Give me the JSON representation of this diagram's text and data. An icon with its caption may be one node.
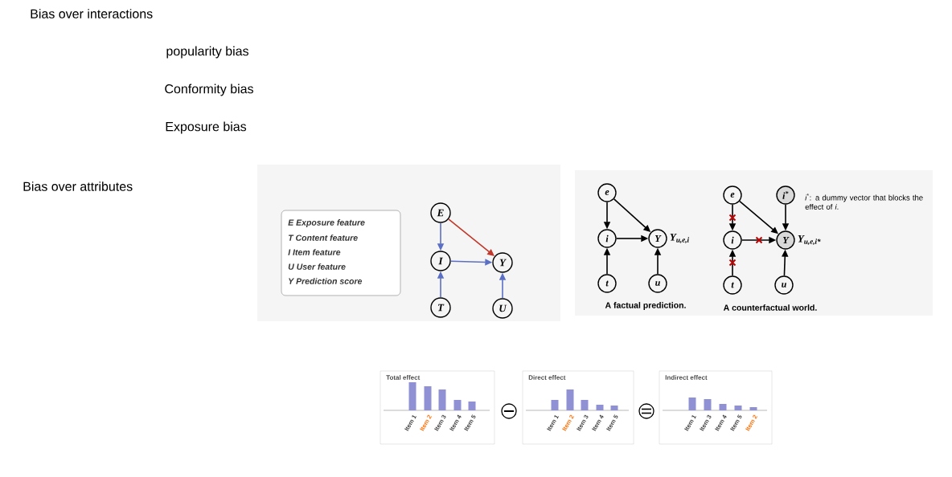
{
  "diagram": {
    "nodes": [
      {
        "text": [
          "E Exposure feature",
          "T Content feature",
          "I Item feature",
          "U User feature",
          "Y Prediction score"
        ]
      },
      {
        "text": [
          "E"
        ]
      },
      {
        "text": [
          "I"
        ]
      },
      {
        "text": [
          "Y"
        ]
      },
      {
        "text": [
          "T"
        ]
      },
      {
        "text": [
          "U"
        ]
      },
      {
        "text": [
          "e"
        ]
      },
      {
        "text": [
          "i"
        ]
      },
      {
        "text": [
          "Y"
        ],
        "beside": [
          "Y$_{u,e,i}$"
        ]
      },
      {
        "text": [
          "t"
        ]
      },
      {
        "text": [
          "u"
        ]
      },
      {
        "text": [
          "e"
        ]
      },
      {
        "text": [
          "i$^{*}$"
        ]
      },
      {
        "text": [
          "i"
        ]
      },
      {
        "text": [
          "Y"
        ],
        "beside": [
          "Y$_{u,e,i*}$"
        ]
      },
      {
        "text": [
          "t"
        ]
      },
      {
        "text": [
          "u"
        ]
      },
      {
        "text": [
          "Total effect",
          "Item 1",
          "Item 2",
          "Item 3",
          "Item 4",
          "Item 5"
        ]
      },
      {
        "text": [
          "Direct effect",
          "Item 1",
          "Item 2",
          "Item 3",
          "Item 4",
          "Item 5"
        ]
      },
      {
        "text": [
          "Indirect effect",
          "Item 1",
          "Item 3",
          "Item 4",
          "Item 5",
          "Item 2"
        ]
      }
    ],
    "edges": [
      {
        "from": 1,
        "to": 2,
        "arrow": "to",
        "color": "#5b6fc4"
      },
      {
        "from": 1,
        "to": 3,
        "arrow": "to",
        "color": "#c0392b"
      },
      {
        "from": 2,
        "to": 3,
        "arrow": "to",
        "color": "#5b6fc4"
      },
      {
        "from": 4,
        "to": 2,
        "arrow": "to",
        "color": "#5b6fc4"
      },
      {
        "from": 5,
        "to": 3,
        "arrow": "to",
        "color": "#5b6fc4"
      },
      {
        "from": 6,
        "to": 7,
        "arrow": "to"
      },
      {
        "from": 6,
        "to": 8,
        "arrow": "to"
      },
      {
        "from": 7,
        "to": 8,
        "arrow": "to"
      },
      {
        "from": 9,
        "to": 7,
        "arrow": "to"
      },
      {
        "from": 10,
        "to": 8,
        "arrow": "to"
      },
      {
        "from": 11,
        "to": 13,
        "arrow": "to"
      },
      {
        "from": 11,
        "to": 14,
        "arrow": "to"
      },
      {
        "from": 12,
        "to": 14,
        "arrow": "to"
      },
      {
        "from": 13,
        "to": 14,
        "arrow": "to"
      },
      {
        "from": 15,
        "to": 13,
        "arrow": "to"
      },
      {
        "from": 16,
        "to": 14,
        "arrow": "to"
      }
    ],
    "labels": [
      "Bias over interactions",
      "popularity bias",
      "Conformity bias",
      "Exposure bias",
      "Bias over attributes",
      "A factual prediction.",
      "A counterfactual world.",
      "*i*$^{*}$: a dummy vector that blocks the effect of *i*."
    ]
  }
}
